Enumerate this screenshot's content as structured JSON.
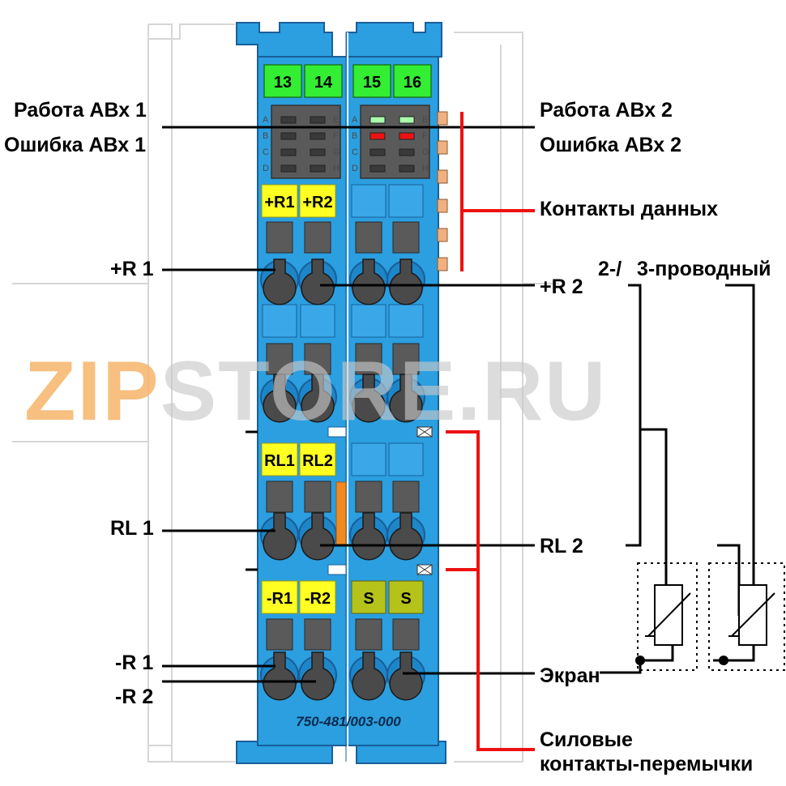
{
  "watermark": "ZIPSTORE.RU",
  "model": "750-481/003-000",
  "channels": [
    "13",
    "14",
    "15",
    "16"
  ],
  "leds": {
    "left_letters": [
      "A",
      "B",
      "C",
      "D"
    ],
    "right_letters": [
      "E",
      "F",
      "G",
      "H"
    ]
  },
  "markers": {
    "plus_r1": "+R1",
    "plus_r2": "+R2",
    "rl1": "RL1",
    "rl2": "RL2",
    "minus_r1": "-R1",
    "minus_r2": "-R2",
    "s1": "S",
    "s2": "S"
  },
  "labels": {
    "work_1": "Работа АВх 1",
    "error_1": "Ошибка АВх 1",
    "work_2": "Работа АВх 2",
    "error_2": "Ошибка АВх 2",
    "data_contacts": "Контакты данных",
    "plus_r1": "+R 1",
    "plus_r2": "+R 2",
    "wire_2": "2-/",
    "wire_3": "3-проводный",
    "rl1": "RL 1",
    "rl2": "RL 2",
    "minus_r1": "-R 1",
    "minus_r2": "-R 2",
    "shield": "Экран",
    "power_1": "Силовые",
    "power_2": "контакты-перемычки"
  },
  "colors": {
    "module_blue": "#2b9fe0",
    "module_outline": "#1a5f9a",
    "channel_green": "#33ee33",
    "marker_yellow": "#ffff22",
    "marker_olive": "#b5c21a",
    "callout_red": "#ee1111",
    "led_green": "#aaffaa",
    "led_red": "#ee1111",
    "contact_orange": "#f0b080",
    "jumper_orange": "#f08a20",
    "watermark_orange": "#f6b56a",
    "watermark_gray": "#c8c8c8"
  }
}
